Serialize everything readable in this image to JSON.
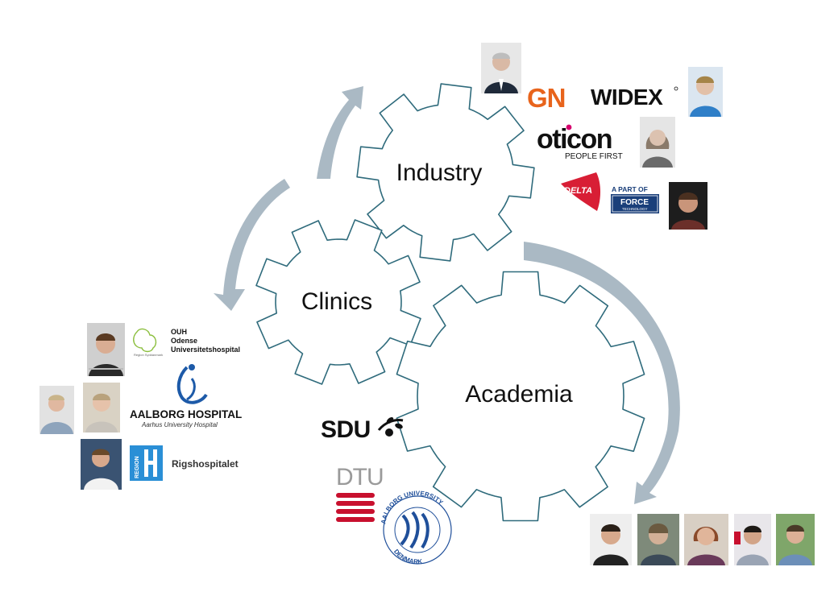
{
  "gears": {
    "industry": "Industry",
    "clinics": "Clinics",
    "academia": "Academia"
  },
  "logos": {
    "gn": "GN",
    "widex": "WIDEX",
    "oticon": "oticon",
    "oticon_tagline": "PEOPLE FIRST",
    "delta": "DELTA",
    "force_top": "A PART OF",
    "force_name": "FORCE",
    "force_sub": "TECHNOLOGY",
    "ouh_line1": "OUH",
    "ouh_line2": "Odense",
    "ouh_line3": "Universitetshospital",
    "ouh_region": "Region Syddanmark",
    "aalborg_hospital": "AALBORG HOSPITAL",
    "aalborg_hospital_sub": "Aarhus University Hospital",
    "region": "REGION",
    "rigshospitalet": "Rigshospitalet",
    "sdu": "SDU",
    "dtu": "DTU",
    "aau_ring": "AALBORG UNIVERSITY",
    "aau_bottom": "DENMARK"
  },
  "colors": {
    "gear_stroke": "#2f6b7c",
    "arrow": "#aab9c4",
    "gn": "#e8641c",
    "delta": "#d81e35",
    "aalborg_blue": "#1d5aa8",
    "dtu_red": "#c8102e",
    "aau_blue": "#1f4f9a",
    "region_blue": "#2a8fd6"
  }
}
